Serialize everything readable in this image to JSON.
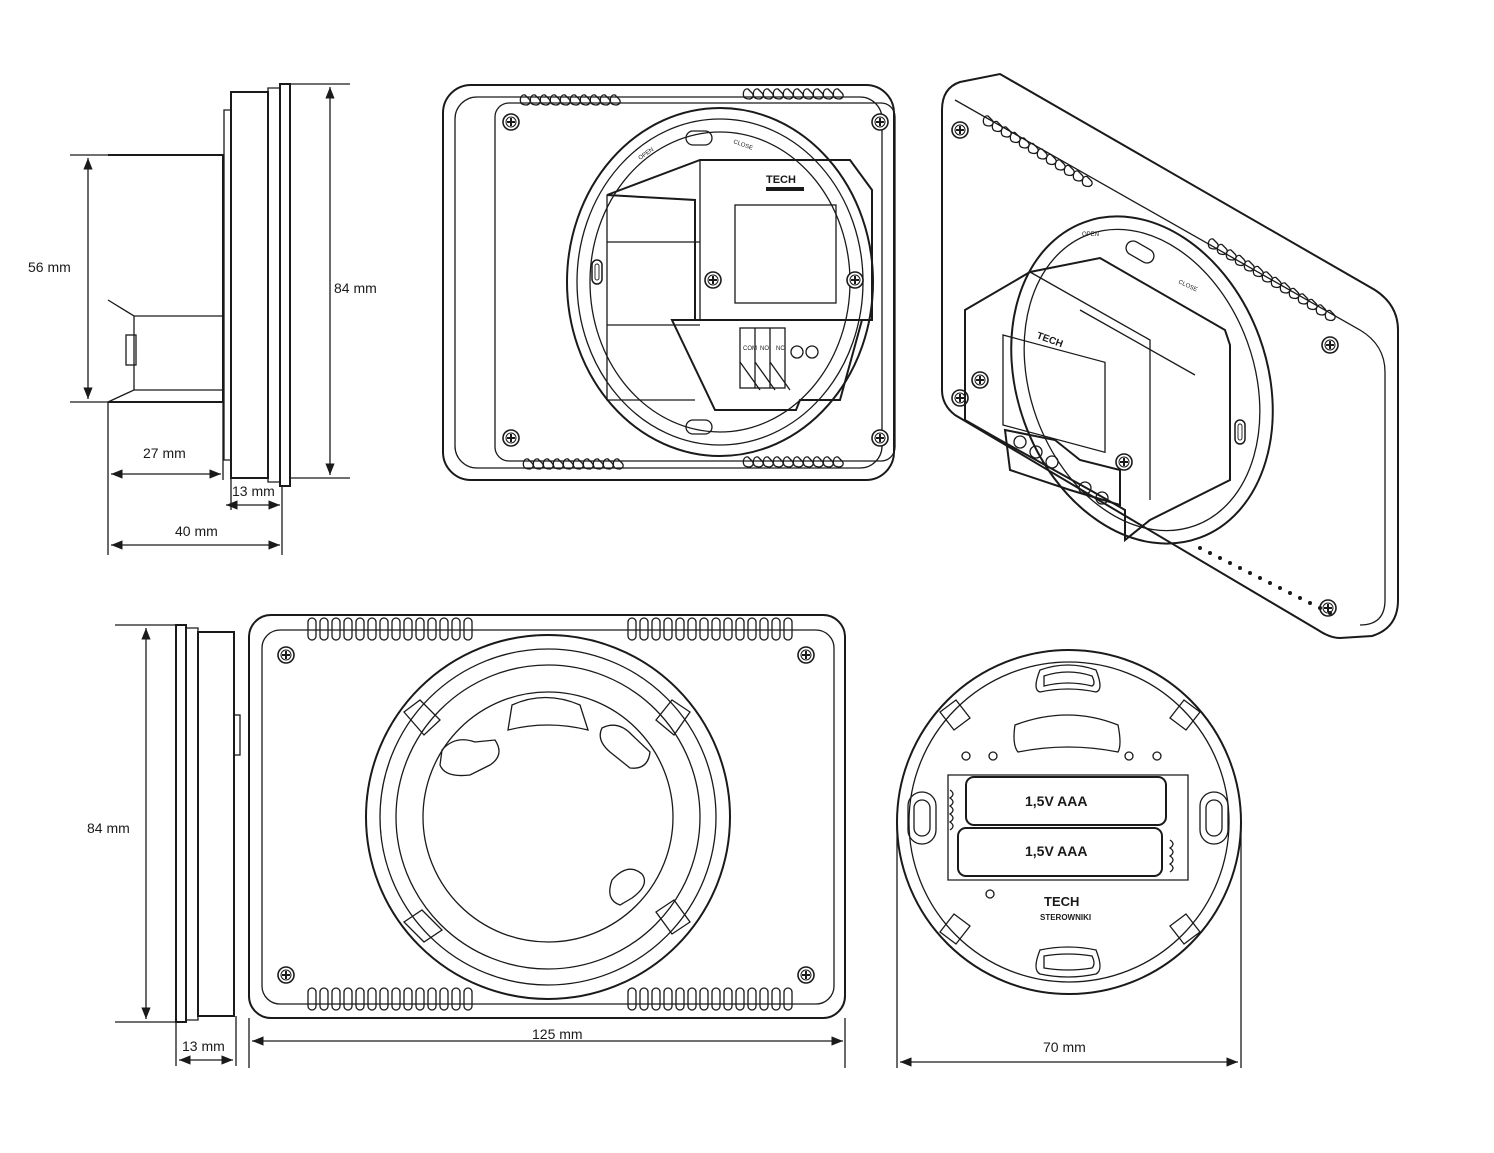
{
  "dimensions": {
    "side_height": "56 mm",
    "side_body_depth": "27 mm",
    "side_front_thickness": "13 mm",
    "side_total_depth": "40 mm",
    "side_panel_height": "84 mm",
    "front_panel_height": "84 mm",
    "front_thickness": "13 mm",
    "front_width": "125 mm",
    "round_width": "70 mm"
  },
  "labels": {
    "brand": "TECH",
    "brand_sub": "STEROWNIKI",
    "open": "OPEN",
    "close": "CLOSE",
    "terminal_com": "COM",
    "terminal_no": "NO",
    "terminal_nc": "NC",
    "battery_1": "1,5V AAA",
    "battery_2": "1,5V AAA"
  }
}
